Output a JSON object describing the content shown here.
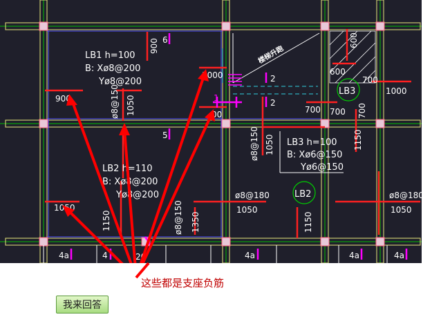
{
  "slabs": {
    "lb1": {
      "name": "LB1 h=100",
      "x_rebar": "B: Xø8@200",
      "y_rebar": "Yø8@200"
    },
    "lb2": {
      "name": "LB2 h=110",
      "x_rebar": "B: Xø8@200",
      "y_rebar": "Yø8@200"
    },
    "lb3": {
      "name": "LB3 h=100",
      "x_rebar": "B: Xø6@150",
      "y_rebar": "Yø6@150"
    }
  },
  "circle_labels": [
    "LB3",
    "LB2"
  ],
  "dims": {
    "d900_left": "900",
    "d900_top": "900",
    "d6": "6",
    "d1000_mid": "1000",
    "d1050_a": "1050",
    "rebar_v1": "ø8@150",
    "d5": "5",
    "d2a": "2",
    "d2b": "2",
    "d1_mark": "1",
    "d00": "00",
    "rebar_v2": "ø8@150",
    "d1050_b": "1050",
    "d600_top": "600",
    "d600": "600",
    "d700_a": "700",
    "d700_b": "700",
    "d700_c": "700",
    "d700_d": "700",
    "d1000_right": "1000",
    "d1150_right": "1150",
    "d1050_left2": "1050",
    "d1150_left2": "1150",
    "rebar_v3": "ø8@150",
    "d1350": "1350",
    "rebar_h1": "ø8@180",
    "d1050_c": "1050",
    "d1150_c": "1150",
    "rebar_h2": "ø8@180",
    "d1050_d": "1050",
    "d4a_1": "4a",
    "d4a_2": "4",
    "d20": "20",
    "d4a_3": "4a",
    "d4a_4": "4a",
    "d4a_5": "4a"
  },
  "stair_label": "楼梯升跑",
  "annotation": "这些都是支座负筋",
  "answer_button": "我来回答",
  "colors": {
    "background": "#1f1f2b",
    "beam": "#c8c870",
    "column": "#e8c8d8",
    "rebar": "#ff2020",
    "annotation_arrow": "#ff0000",
    "grid_green": "#00c000",
    "cyan_dash": "#30d0e0",
    "blue_line": "#5050ff",
    "magenta_mark": "#ff00ff"
  }
}
